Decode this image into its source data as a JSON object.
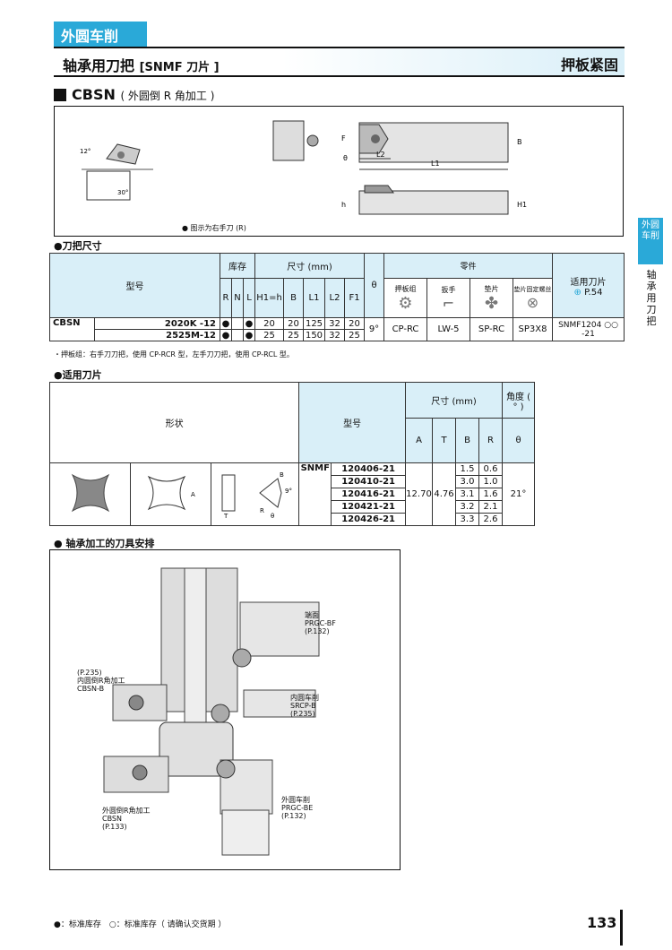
{
  "category_tab": "外圆车削",
  "title": {
    "main": "轴承用刀把",
    "suffix": "[SNMF 刀片 ]",
    "right": "押板紧固"
  },
  "section": {
    "code": "CBSN",
    "desc": "( 外圆倒 R 角加工 )"
  },
  "figure_note": "● 图示为右手刀 (R)",
  "figure_labels": [
    "12°",
    "30°",
    "F",
    "θ",
    "B",
    "L2",
    "L1",
    "h",
    "H1"
  ],
  "holder": {
    "heading": "●刀把尺寸",
    "col_model": "型号",
    "col_stock": "库存",
    "col_dim": "尺寸 (mm)",
    "col_theta": "θ",
    "col_parts": "零件",
    "col_insert": "适用刀片",
    "insert_ref": "P.54",
    "stock_cols": [
      "R",
      "N",
      "L"
    ],
    "dim_cols": [
      "H1=h",
      "B",
      "L1",
      "L2",
      "F1"
    ],
    "part_cols": [
      "押板组",
      "扳手",
      "垫片",
      "垫片固定螺丝"
    ],
    "model_prefix": "CBSN",
    "rows": [
      {
        "model": "2020K -12",
        "r": "●",
        "n": "",
        "l": "●",
        "h": "20",
        "b": "20",
        "l1": "125",
        "l2": "32",
        "f1": "20"
      },
      {
        "model": "2525M-12",
        "r": "●",
        "n": "",
        "l": "●",
        "h": "25",
        "b": "25",
        "l1": "150",
        "l2": "32",
        "f1": "25"
      }
    ],
    "theta": "9°",
    "parts": [
      "CP-RC",
      "LW-5",
      "SP-RC",
      "SP3X8"
    ],
    "insert": "SNMF1204 ○○ -21",
    "note": "・押板组：右手刀刀把，使用 CP-RCR 型，左手刀刀把，使用 CP-RCL 型。"
  },
  "inserts": {
    "heading": "●适用刀片",
    "col_shape": "形状",
    "col_model": "型号",
    "col_dim": "尺寸 (mm)",
    "col_angle": "角度 ( ° )",
    "dim_cols": [
      "A",
      "T",
      "B",
      "R",
      "θ"
    ],
    "prefix": "SNMF",
    "rows": [
      {
        "model": "120406-21",
        "b": "1.5",
        "r": "0.6"
      },
      {
        "model": "120410-21",
        "b": "3.0",
        "r": "1.0"
      },
      {
        "model": "120416-21",
        "b": "3.1",
        "r": "1.6"
      },
      {
        "model": "120421-21",
        "b": "3.2",
        "r": "2.1"
      },
      {
        "model": "120426-21",
        "b": "3.3",
        "r": "2.6"
      }
    ],
    "a": "12.70",
    "t": "4.76",
    "theta": "21°",
    "shape_labels": [
      "A",
      "T",
      "B",
      "R",
      "θ",
      "9°"
    ]
  },
  "arrangement": {
    "heading": "● 轴承加工的刀具安排",
    "labels": [
      {
        "lines": [
          "端面",
          "PRGC-BF",
          "(P.132)"
        ]
      },
      {
        "lines": [
          "(P.235)",
          "内圆倒R角加工",
          "CBSN-B"
        ]
      },
      {
        "lines": [
          "内圆车削",
          "SRCP-B",
          "(P.235)"
        ]
      },
      {
        "lines": [
          "外圆倒R角加工",
          "CBSN",
          "(P.133)"
        ]
      },
      {
        "lines": [
          "外圆车削",
          "PRGC-BE",
          "(P.132)"
        ]
      }
    ]
  },
  "side": {
    "tab": "外圆车削",
    "text": "轴承用刀把"
  },
  "footer": "●：标准库存　○：标准库存（ 请确认交货期 ）",
  "page_number": "133",
  "colors": {
    "accent": "#2aa9d8",
    "header_fill": "#d9eff8"
  }
}
